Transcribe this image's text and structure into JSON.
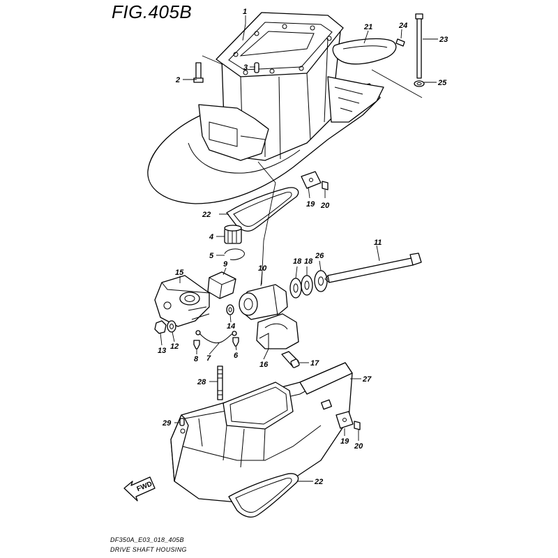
{
  "figure": {
    "title": "FIG.405B",
    "model_code": "DF350A_E03_018_405B",
    "section_name": "DRIVE SHAFT HOUSING"
  },
  "fwd_label": "FWD",
  "callouts": [
    "1",
    "2",
    "3",
    "4",
    "5",
    "6",
    "7",
    "8",
    "9",
    "10",
    "11",
    "12",
    "13",
    "14",
    "15",
    "16",
    "17",
    "18",
    "18",
    "19",
    "19",
    "20",
    "20",
    "21",
    "22",
    "22",
    "23",
    "24",
    "25",
    "26",
    "27",
    "28",
    "29"
  ]
}
